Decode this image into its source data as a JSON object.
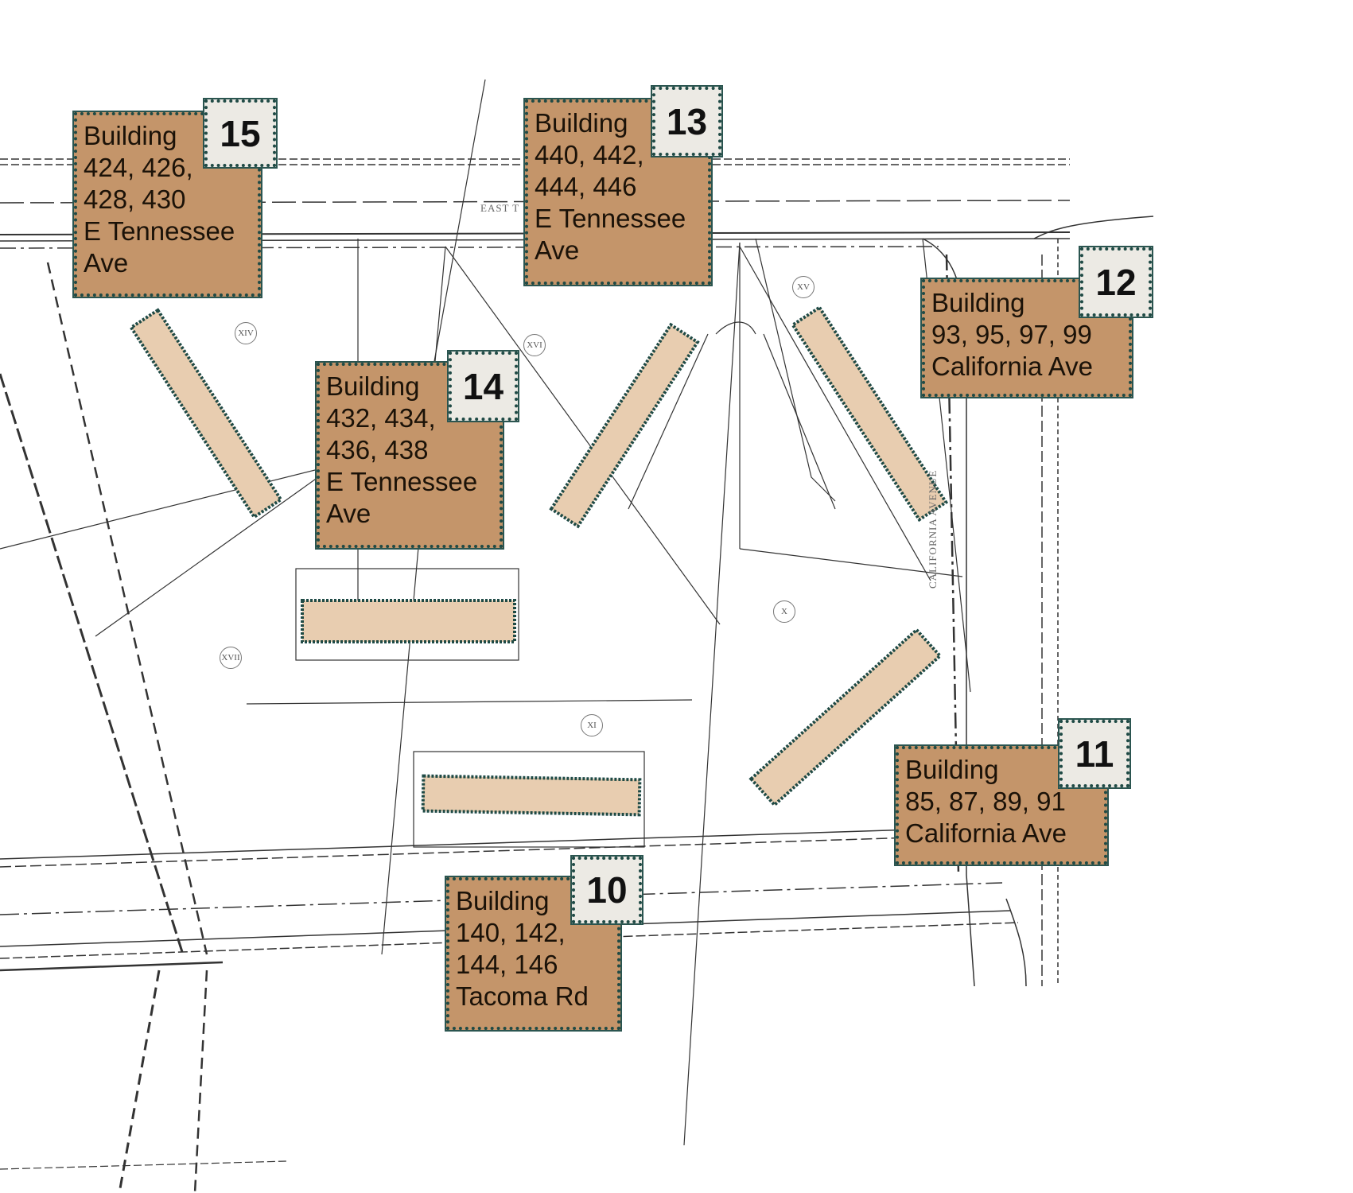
{
  "plan": {
    "street_labels": {
      "east": "EAST T",
      "california": "CALIFORNIA AVENUE"
    },
    "phase_markers": [
      "XIV",
      "XVI",
      "XV",
      "XVII",
      "X",
      "XI"
    ],
    "colors": {
      "callout_fill": "#c4956a",
      "callout_border": "#1f4a45",
      "badge_fill": "#eceae4",
      "footprint_fill": "#e8cdb0"
    }
  },
  "buildings": [
    {
      "number": "15",
      "lines": [
        "Building",
        "424, 426,",
        "428, 430",
        "E Tennessee",
        "Ave"
      ]
    },
    {
      "number": "13",
      "lines": [
        "Building",
        "440, 442,",
        "444, 446",
        "E Tennessee",
        "Ave"
      ]
    },
    {
      "number": "14",
      "lines": [
        "Building",
        "432, 434,",
        "436, 438",
        "E Tennessee",
        "Ave"
      ]
    },
    {
      "number": "12",
      "lines": [
        "Building",
        "93, 95, 97, 99",
        "California Ave"
      ]
    },
    {
      "number": "11",
      "lines": [
        "Building",
        "85, 87, 89, 91",
        "California Ave"
      ]
    },
    {
      "number": "10",
      "lines": [
        "Building",
        "140, 142,",
        "144, 146",
        "Tacoma Rd"
      ]
    }
  ]
}
